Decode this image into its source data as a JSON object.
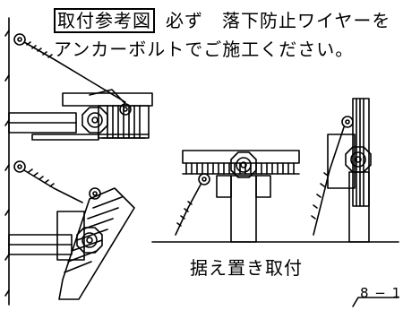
{
  "notes": {
    "heading_box": "取付参考図",
    "line1_rest": "必ず　落下防止ワイヤーを",
    "line2": "アンカーボルトでご施工ください。"
  },
  "captions": {
    "floor_mount": "据え置き取付"
  },
  "reference": {
    "label": "8 − 1"
  }
}
